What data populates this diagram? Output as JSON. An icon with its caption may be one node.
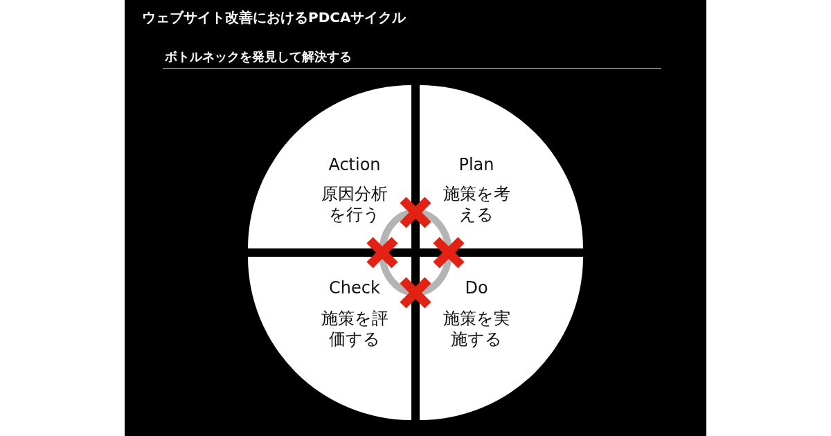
{
  "diagram": {
    "title": "ウェブサイト改善におけるPDCAサイクル",
    "nodes": [
      {
        "text": [
          "Action",
          "原因分析を行う"
        ]
      },
      {
        "text": [
          "Plan",
          "施策を考える"
        ]
      },
      {
        "text": [
          "Check",
          "施策を評価する"
        ]
      },
      {
        "text": [
          "Do",
          "施策を実施する"
        ]
      }
    ],
    "edges": [
      {
        "from": 0,
        "to": 1,
        "arrow": "none",
        "color": "#b4b4b4"
      },
      {
        "from": 1,
        "to": 3,
        "arrow": "to",
        "color": "#b4b4b4"
      },
      {
        "from": 3,
        "to": 2,
        "arrow": "none",
        "color": "#b4b4b4"
      },
      {
        "from": 2,
        "to": 0,
        "arrow": "to",
        "color": "#b4b4b4"
      }
    ],
    "labels": [
      "ボトルネックを発見して解決する"
    ]
  }
}
